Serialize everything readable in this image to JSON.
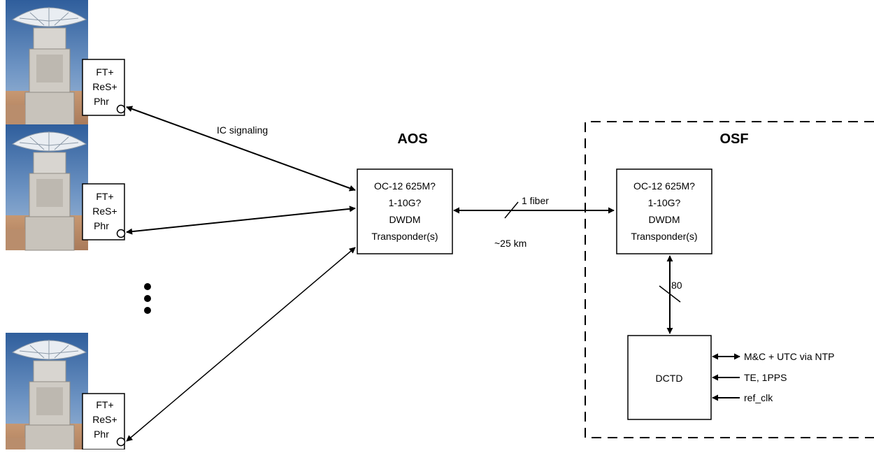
{
  "antennas": [
    {
      "label_lines": [
        "FT+",
        "ReS+",
        "Phr"
      ]
    },
    {
      "label_lines": [
        "FT+",
        "ReS+",
        "Phr"
      ]
    },
    {
      "label_lines": [
        "FT+",
        "ReS+",
        "Phr"
      ]
    }
  ],
  "labels": {
    "ic_signaling": "IC signaling",
    "aos": "AOS",
    "osf": "OSF",
    "fiber": "1 fiber",
    "distance": "~25 km",
    "bus_width": "80"
  },
  "aos_transponder": {
    "lines": [
      "OC-12 625M?",
      "1-10G?",
      "DWDM",
      "Transponder(s)"
    ]
  },
  "osf_transponder": {
    "lines": [
      "OC-12 625M?",
      "1-10G?",
      "DWDM",
      "Transponder(s)"
    ]
  },
  "dctd": {
    "label": "DCTD",
    "inputs": [
      "M&C + UTC via NTP",
      "TE, 1PPS",
      "ref_clk"
    ]
  }
}
